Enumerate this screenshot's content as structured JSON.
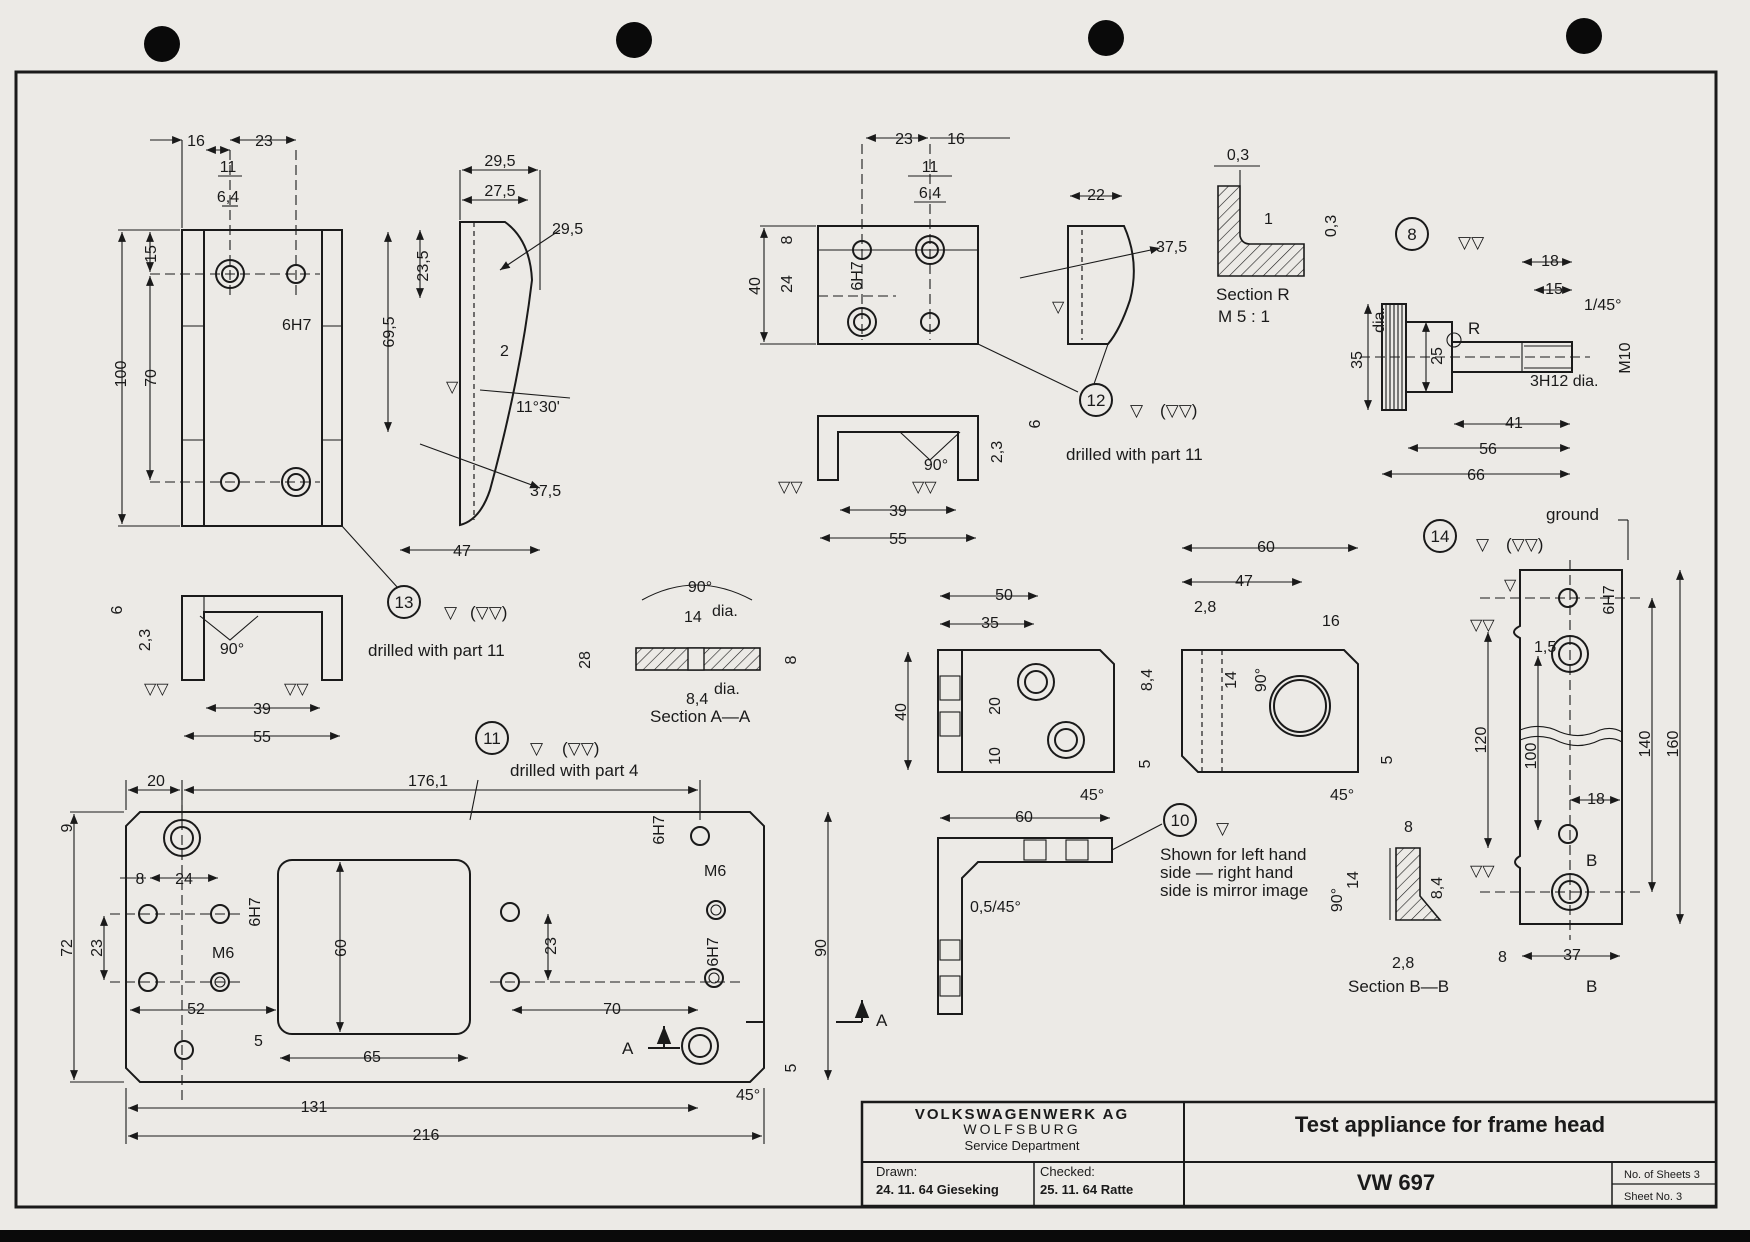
{
  "title_block": {
    "company": "VOLKSWAGENWERK AG",
    "city": "WOLFSBURG",
    "department": "Service Department",
    "drawn_label": "Drawn:",
    "drawn_value": "24. 11. 64 Gieseking",
    "checked_label": "Checked:",
    "checked_value": "25. 11. 64 Ratte",
    "drawing_title": "Test appliance for frame head",
    "drawing_number": "VW 697",
    "sheets_label": "No. of Sheets 3",
    "sheet_no_label": "Sheet No. 3"
  },
  "parts": {
    "p8": "8",
    "p10": "10",
    "p11": "11",
    "p12": "12",
    "p13": "13",
    "p14": "14",
    "drilled_4": "drilled with part 4",
    "drilled_11": "drilled with part 11",
    "mirror_1": "Shown for left hand",
    "mirror_2": "side — right hand",
    "mirror_3": "side is mirror image",
    "ground": "ground",
    "finish": "(▽▽)"
  },
  "sections": {
    "aa": "Section A—A",
    "bb": "Section B—B",
    "r": "Section R",
    "r_scale": "M 5 : 1"
  },
  "dims": {
    "d16": "16",
    "d23": "23",
    "d11": "11",
    "d64": "6,4",
    "d15": "15",
    "d70": "70",
    "d100": "100",
    "d6h7": "6H7",
    "d295": "29,5",
    "d275": "27,5",
    "d235": "23,5",
    "d695": "69,5",
    "d2": "2",
    "d1130": "11°30'",
    "d375": "37,5",
    "d47": "47",
    "d6": "6",
    "d23b": "2,3",
    "d90": "90°",
    "d39": "39",
    "d55": "55",
    "d22": "22",
    "d40": "40",
    "d8": "8",
    "d24": "24",
    "d03": "0,3",
    "d03b": "0,3",
    "d1": "1",
    "d18": "18",
    "d145": "1/45°",
    "dm10": "M10",
    "d35": "35",
    "d25": "25",
    "ddia": "dia.",
    "d3h12": "3H12 dia.",
    "d41": "41",
    "d56": "56",
    "d66": "66",
    "dR": "R",
    "d14": "14",
    "d28": "28",
    "d84": "8,4",
    "d60": "60",
    "d50": "50",
    "d35b": "35",
    "d20": "20",
    "d10": "10",
    "d5": "5",
    "d60b": "60",
    "d05": "0,5/45°",
    "d120": "120",
    "d140": "140",
    "d160": "160",
    "d18b": "18",
    "d37": "37",
    "d8b": "8",
    "dB": "B",
    "dA": "A",
    "d20b": "20",
    "d1761": "176,1",
    "d9": "9",
    "d72": "72",
    "d24b": "24",
    "dm6": "M6",
    "d52": "52",
    "d65": "65",
    "d131": "131",
    "d216": "216",
    "d90b": "90",
    "d45": "45°",
    "d28b": "2,8"
  },
  "colors": {
    "paper": "#eceae6",
    "ink": "#1a1a1a",
    "background": "#0a0a0a"
  }
}
